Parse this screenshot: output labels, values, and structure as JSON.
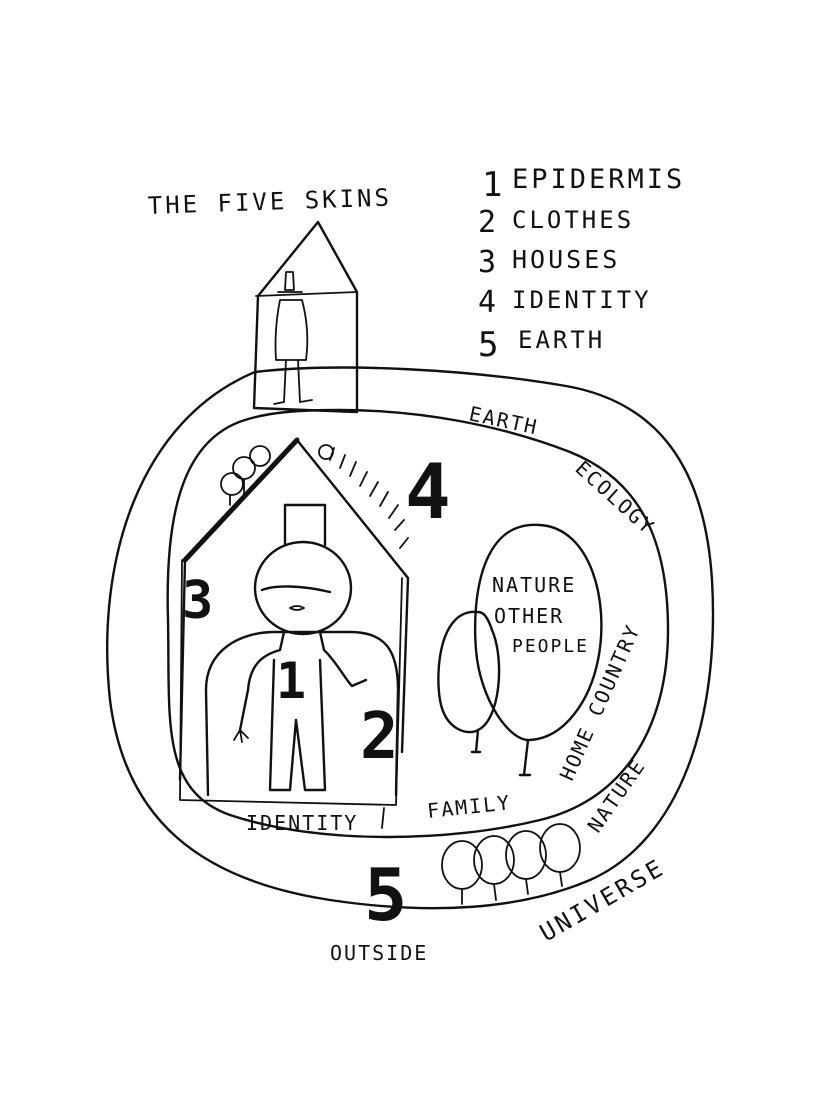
{
  "title": "THE FIVE SKINS",
  "legend": [
    {
      "num": "1",
      "label": "EPIDERMIS"
    },
    {
      "num": "2",
      "label": "CLOTHES"
    },
    {
      "num": "3",
      "label": "HOUSES"
    },
    {
      "num": "4",
      "label": "IDENTITY"
    },
    {
      "num": "5",
      "label": "EARTH"
    }
  ],
  "markers": {
    "one": "1",
    "two": "2",
    "three": "3",
    "four": "4",
    "five": "5"
  },
  "labels": {
    "earth": "EARTH",
    "ecology": "ECOLOGY",
    "nature_other": "NATURE",
    "other": "OTHER",
    "people": "PEOPLE",
    "home_country": "HOME COUNTRY",
    "nature_outer": "NATURE",
    "family": "FAMILY",
    "identity": "IDENTITY",
    "universe": "UNIVERSE",
    "outside": "OUTSIDE"
  }
}
